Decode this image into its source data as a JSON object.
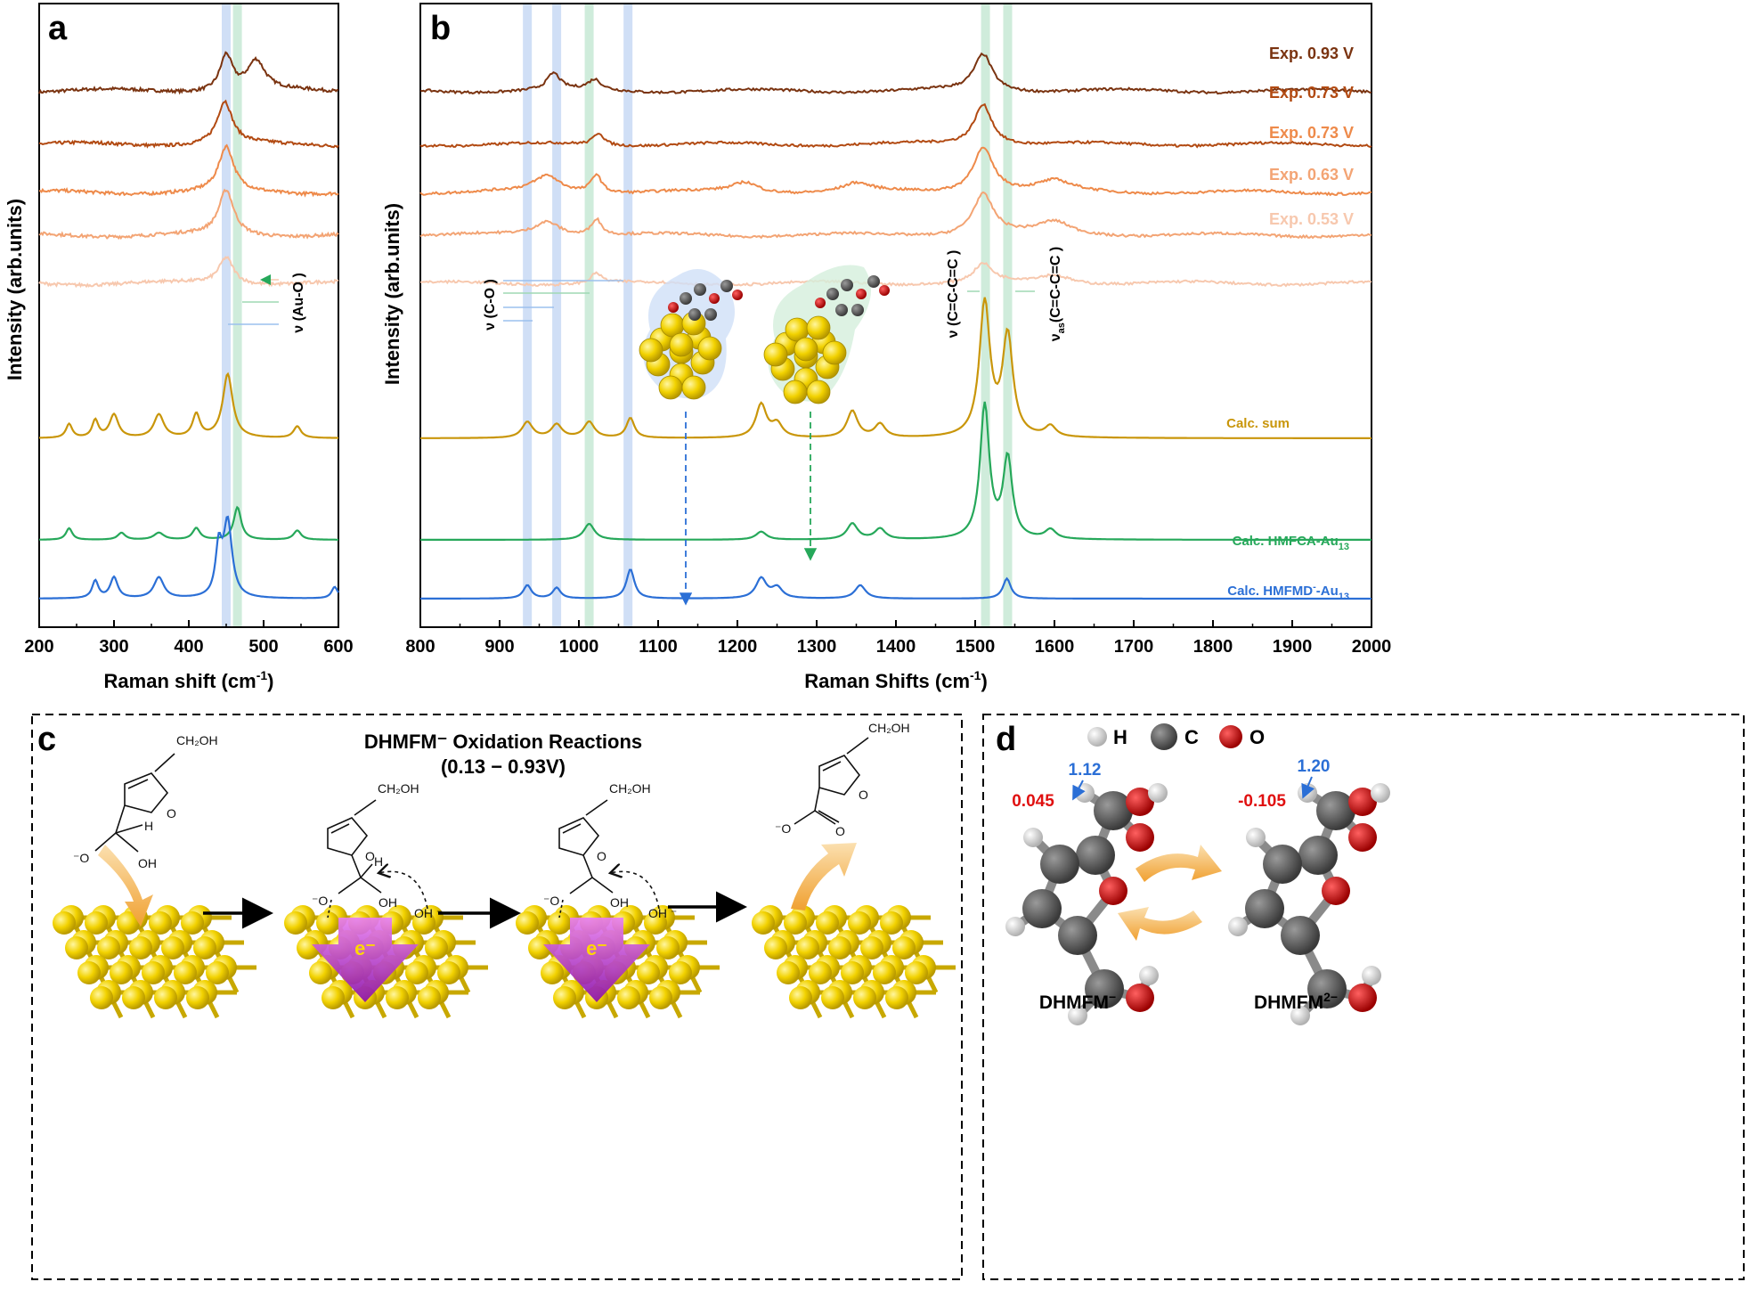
{
  "panels": {
    "a": {
      "label": "a",
      "xlabel_main": "Raman shift (cm",
      "xlabel_sup": "-1",
      "xlabel_end": ")",
      "ylabel": "Intensity (arb.units)",
      "xticks": [
        "200",
        "300",
        "400",
        "500",
        "600"
      ],
      "annotation": "ν (Au-O )"
    },
    "b": {
      "label": "b",
      "xlabel_main": "Raman Shifts (cm",
      "xlabel_sup": "-1",
      "xlabel_end": ")",
      "ylabel": "Intensity (arb.units)",
      "xticks": [
        "800",
        "900",
        "1000",
        "1100",
        "1200",
        "1300",
        "1400",
        "1500",
        "1600",
        "1700",
        "1800",
        "1900",
        "2000"
      ],
      "ann_co": "ν (C-O )",
      "ann_ccc_main": "ν (C=C-C=C )",
      "ann_ccc_as_pre": "ν",
      "ann_ccc_as_sub": "as",
      "ann_ccc_as_post": "(C=C-C=C )",
      "legend": [
        {
          "text": "Exp. 0.93 V",
          "color": "#7a3310"
        },
        {
          "text": "Exp. 0.73 V",
          "color": "#b24a12"
        },
        {
          "text": "Exp. 0.73 V",
          "color": "#ee8a4a"
        },
        {
          "text": "Exp. 0.63 V",
          "color": "#f3a474"
        },
        {
          "text": "Exp. 0.53 V",
          "color": "#f7c8ae"
        },
        {
          "text": "Calc. sum",
          "color": "#c9960a"
        },
        {
          "text_main": "Calc. HMFCA-Au",
          "text_sub": "13",
          "color": "#26a85a"
        },
        {
          "text_main": "Calc. HMFMD",
          "text_sup": "-",
          "text_tail": "-Au",
          "text_sub": "13",
          "color": "#2b6fd6"
        }
      ]
    },
    "c": {
      "label": "c",
      "title": "DHMFM⁻ Oxidation Reactions",
      "subtitle": "(0.13 − 0.93V)",
      "ch2oh": "CH₂OH",
      "o_label": "O",
      "oh_label": "OH",
      "h_label": "H",
      "oh_minus": "OH ⁻",
      "o_minus": "⁻O",
      "electron": "e⁻"
    },
    "d": {
      "label": "d",
      "legend": [
        {
          "text": "H",
          "color": "#d6d6d6"
        },
        {
          "text": "C",
          "color": "#5a5a5a"
        },
        {
          "text": "O",
          "color": "#cc1010"
        }
      ],
      "left_value_blue": "1.12",
      "left_value_red": "0.045",
      "right_value_blue": "1.20",
      "right_value_red": "-0.105",
      "left_name_main": "DHMFM",
      "left_name_sup": "−",
      "right_name_main": "DHMFM",
      "right_name_sup": "2−"
    }
  },
  "chart_data": [
    {
      "type": "line",
      "panel": "a",
      "xlim": [
        200,
        600
      ],
      "xlabel": "Raman shift (cm-1)",
      "ylabel": "Intensity (arb.units)",
      "highlight_bands_x": [
        {
          "x": 450,
          "color": "#2b6fd6"
        },
        {
          "x": 465,
          "color": "#26a85a"
        }
      ],
      "series": [
        {
          "color": "#7a3310",
          "baseline": 0.93,
          "peaks": [
            [
              450,
              0.8,
              10
            ],
            [
              490,
              0.65,
              14
            ]
          ],
          "noise": 0.07
        },
        {
          "color": "#b24a12",
          "baseline": 0.83,
          "peaks": [
            [
              448,
              0.95,
              12
            ]
          ],
          "noise": 0.07
        },
        {
          "color": "#ee8a4a",
          "baseline": 0.74,
          "peaks": [
            [
              450,
              1.0,
              12
            ]
          ],
          "noise": 0.07
        },
        {
          "color": "#f3a474",
          "baseline": 0.66,
          "peaks": [
            [
              450,
              1.0,
              12
            ]
          ],
          "noise": 0.07
        },
        {
          "color": "#f7c8ae",
          "baseline": 0.57,
          "peaks": [
            [
              450,
              0.6,
              12
            ]
          ],
          "noise": 0.07
        },
        {
          "color": "#c9960a",
          "baseline": 0.28,
          "peaks": [
            [
              240,
              0.12,
              5
            ],
            [
              275,
              0.15,
              5
            ],
            [
              300,
              0.2,
              7
            ],
            [
              360,
              0.2,
              8
            ],
            [
              410,
              0.2,
              6
            ],
            [
              452,
              0.55,
              8
            ],
            [
              545,
              0.1,
              6
            ]
          ],
          "noise": 0
        },
        {
          "color": "#26a85a",
          "baseline": 0.09,
          "peaks": [
            [
              240,
              0.1,
              5
            ],
            [
              310,
              0.06,
              6
            ],
            [
              360,
              0.06,
              8
            ],
            [
              410,
              0.1,
              6
            ],
            [
              465,
              0.28,
              6
            ],
            [
              545,
              0.08,
              6
            ]
          ],
          "noise": 0
        },
        {
          "color": "#2b6fd6",
          "baseline": -0.02,
          "peaks": [
            [
              275,
              0.15,
              5
            ],
            [
              300,
              0.18,
              6
            ],
            [
              360,
              0.18,
              8
            ],
            [
              440,
              0.4,
              5
            ],
            [
              452,
              0.65,
              7
            ],
            [
              595,
              0.1,
              5
            ]
          ],
          "noise": 0
        }
      ]
    },
    {
      "type": "line",
      "panel": "b",
      "xlim": [
        800,
        2000
      ],
      "xlabel": "Raman Shifts (cm-1)",
      "ylabel": "Intensity (arb.units)",
      "highlight_bands_x": [
        {
          "x": 935,
          "color": "#2b6fd6"
        },
        {
          "x": 972,
          "color": "#2b6fd6"
        },
        {
          "x": 1013,
          "color": "#26a85a"
        },
        {
          "x": 1062,
          "color": "#2b6fd6"
        },
        {
          "x": 1513,
          "color": "#26a85a"
        },
        {
          "x": 1541,
          "color": "#26a85a"
        }
      ],
      "series": [
        {
          "name": "Exp. 0.93 V",
          "color": "#7a3310",
          "baseline": 0.93,
          "peaks": [
            [
              968,
              0.4,
              10
            ],
            [
              1020,
              0.25,
              10
            ],
            [
              1510,
              0.9,
              14
            ]
          ],
          "noise": 0.06
        },
        {
          "name": "Exp. 0.73 V",
          "color": "#b24a12",
          "baseline": 0.83,
          "peaks": [
            [
              1025,
              0.3,
              8
            ],
            [
              1510,
              1.0,
              14
            ]
          ],
          "noise": 0.06
        },
        {
          "name": "Exp. 0.73 V",
          "color": "#ee8a4a",
          "baseline": 0.74,
          "peaks": [
            [
              960,
              0.4,
              20
            ],
            [
              1022,
              0.45,
              8
            ],
            [
              1210,
              0.25,
              20
            ],
            [
              1350,
              0.2,
              20
            ],
            [
              1510,
              1.1,
              16
            ],
            [
              1600,
              0.25,
              25
            ]
          ],
          "noise": 0.06
        },
        {
          "name": "Exp. 0.63 V",
          "color": "#f3a474",
          "baseline": 0.66,
          "peaks": [
            [
              960,
              0.35,
              20
            ],
            [
              1022,
              0.4,
              8
            ],
            [
              1510,
              1.0,
              16
            ],
            [
              1600,
              0.3,
              25
            ]
          ],
          "noise": 0.06
        },
        {
          "name": "Exp. 0.53 V",
          "color": "#f7c8ae",
          "baseline": 0.57,
          "peaks": [
            [
              1022,
              0.25,
              8
            ],
            [
              1510,
              0.45,
              14
            ],
            [
              1600,
              0.2,
              25
            ]
          ],
          "noise": 0.06
        },
        {
          "name": "Calc. sum",
          "color": "#c9960a",
          "baseline": 0.28,
          "peaks": [
            [
              935,
              0.12,
              8
            ],
            [
              972,
              0.1,
              8
            ],
            [
              1013,
              0.12,
              8
            ],
            [
              1065,
              0.15,
              6
            ],
            [
              1230,
              0.25,
              8
            ],
            [
              1250,
              0.1,
              8
            ],
            [
              1345,
              0.2,
              8
            ],
            [
              1380,
              0.1,
              8
            ],
            [
              1512,
              1.0,
              8
            ],
            [
              1541,
              0.75,
              8
            ],
            [
              1595,
              0.08,
              8
            ]
          ],
          "noise": 0
        },
        {
          "name": "Calc. HMFCA-Au13",
          "color": "#26a85a",
          "baseline": 0.09,
          "peaks": [
            [
              1013,
              0.12,
              8
            ],
            [
              1230,
              0.06,
              8
            ],
            [
              1345,
              0.12,
              8
            ],
            [
              1380,
              0.08,
              8
            ],
            [
              1512,
              1.0,
              7
            ],
            [
              1541,
              0.6,
              7
            ],
            [
              1595,
              0.07,
              8
            ]
          ],
          "noise": 0
        },
        {
          "name": "Calc. HMFMD-Au13",
          "color": "#2b6fd6",
          "baseline": -0.02,
          "peaks": [
            [
              935,
              0.1,
              6
            ],
            [
              972,
              0.08,
              6
            ],
            [
              1065,
              0.22,
              6
            ],
            [
              1230,
              0.15,
              8
            ],
            [
              1250,
              0.08,
              8
            ],
            [
              1355,
              0.1,
              8
            ],
            [
              1540,
              0.15,
              6
            ]
          ],
          "noise": 0
        }
      ]
    }
  ]
}
